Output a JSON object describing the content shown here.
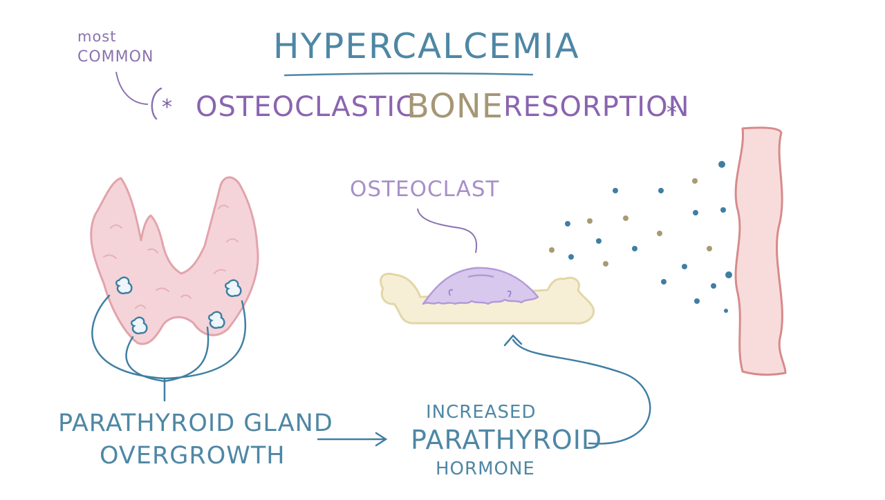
{
  "title": "Hypercalcemia",
  "annotation": {
    "line1": "most",
    "line2": "common"
  },
  "subtitle": {
    "part1": "Osteoclastic",
    "part2": "Bone",
    "part3": "Resorption",
    "marker": "*"
  },
  "labels": {
    "osteoclast": "Osteoclast",
    "cause_line1": "Parathyroid Gland",
    "cause_line2": "Overgrowth",
    "effect_line1": "Increased",
    "effect_line2": "Parathyroid",
    "effect_line3": "Hormone"
  },
  "colors": {
    "heading_blue": "#4e87a4",
    "purple": "#8a64b0",
    "bone_tan": "#a59775",
    "thyroid_pink": "#f4d4d8",
    "osteoclast_lavender": "#d8c8ee",
    "bone_fill": "#f6efd6",
    "vessel_fill": "#f8dcdc",
    "calcium_dot_blue": "#3f7ea3",
    "calcium_dot_tan": "#a89a72"
  }
}
